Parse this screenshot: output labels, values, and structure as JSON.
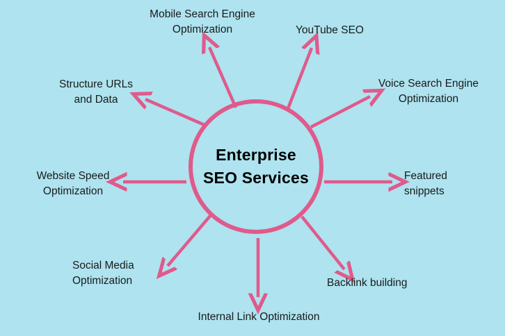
{
  "diagram": {
    "title": "Enterprise SEO Services",
    "background_color": "#aee3ef",
    "accent_color": "#e05a8b",
    "text_color": "#1a1a1a",
    "hub": {
      "line1": "Enterprise",
      "line2": "SEO Services"
    },
    "nodes": [
      {
        "id": "mobile-search-engine-optimization",
        "label": "Mobile Search Engine\nOptimization",
        "align": "center"
      },
      {
        "id": "youtube-seo",
        "label": "YouTube SEO",
        "align": "center"
      },
      {
        "id": "structure-urls-and-data",
        "label": "Structure URLs\nand Data",
        "align": "center"
      },
      {
        "id": "voice-search-engine-optimization",
        "label": "Voice Search Engine\nOptimization",
        "align": "center"
      },
      {
        "id": "website-speed-optimization",
        "label": "Website Speed\nOptimization",
        "align": "center"
      },
      {
        "id": "featured-snippets",
        "label": "Featured\nsnippets",
        "align": "left"
      },
      {
        "id": "social-media-optimization",
        "label": "Social Media\nOptimization",
        "align": "left"
      },
      {
        "id": "backlink-building",
        "label": "Backlink building",
        "align": "left"
      },
      {
        "id": "internal-link-optimization",
        "label": "Internal Link Optimization",
        "align": "center"
      }
    ]
  }
}
